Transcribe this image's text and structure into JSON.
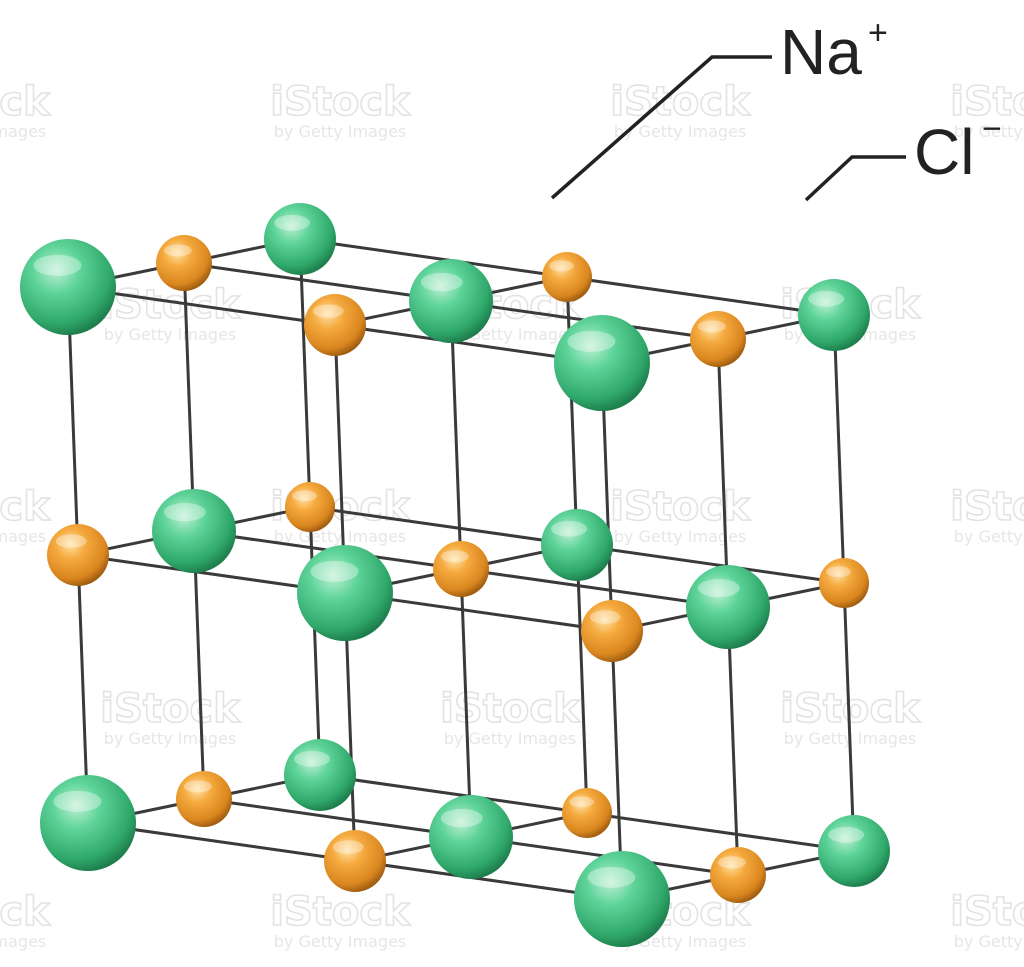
{
  "labels": {
    "na_symbol": "Na",
    "na_charge": "+",
    "cl_symbol": "Cl",
    "cl_charge": "−"
  },
  "colors": {
    "na_ion": "#f0a335",
    "cl_ion": "#4cc98a",
    "bond": "#3a3a3a",
    "leader": "#222222",
    "background": "#ffffff"
  },
  "watermark": {
    "main": "iStock",
    "sub": "by Getty Images"
  }
}
